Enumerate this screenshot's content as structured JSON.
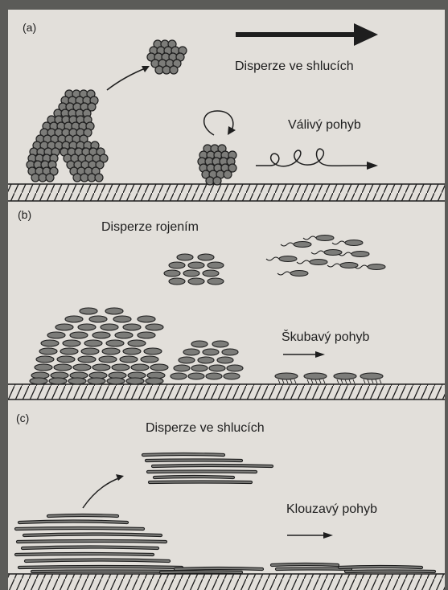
{
  "panels": [
    {
      "label": "(a)",
      "captions": {
        "top": "Disperze ve shlucích",
        "bottom": "Válivý pohyb"
      }
    },
    {
      "label": "(b)",
      "captions": {
        "top": "Disperze rojením",
        "bottom": "Škubavý pohyb"
      }
    },
    {
      "label": "(c)",
      "captions": {
        "top": "Disperze ve shlucích",
        "bottom": "Klouzavý pohyb"
      }
    }
  ],
  "colors": {
    "paper": "#e2dfda",
    "ink": "#1e1e1e",
    "cell_fill": "#7c7c79",
    "background": "#5b5b58"
  }
}
